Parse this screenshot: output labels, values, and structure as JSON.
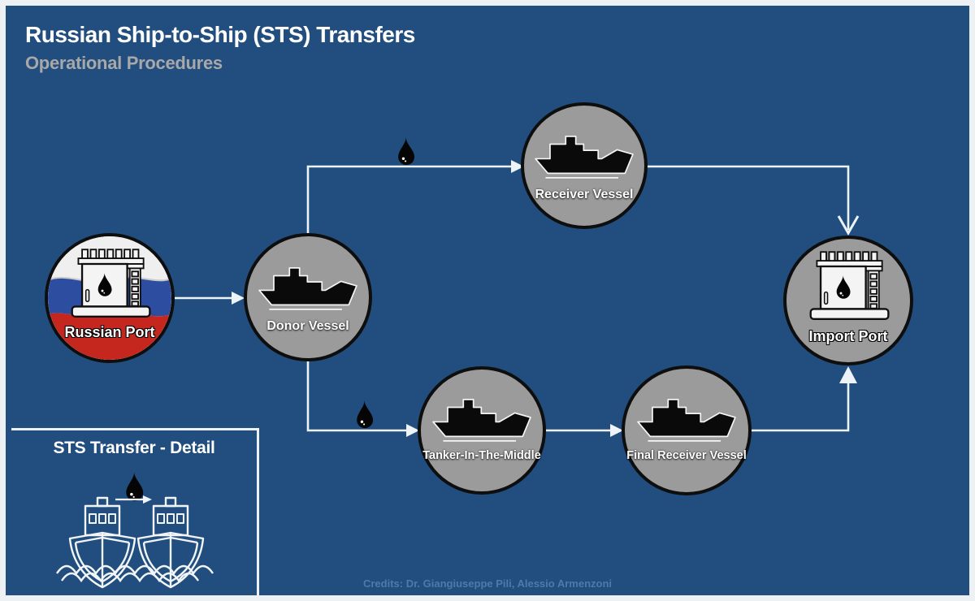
{
  "header": {
    "title": "Russian Ship-to-Ship (STS) Transfers",
    "subtitle": "Operational Procedures"
  },
  "diagram": {
    "nodes": [
      {
        "id": "russian-port",
        "label": "Russian Port",
        "kind": "port",
        "background": "russian-tricolor-flag",
        "icon": "oil-tank-icon"
      },
      {
        "id": "donor-vessel",
        "label": "Donor Vessel",
        "kind": "vessel",
        "icon": "tanker-ship-icon"
      },
      {
        "id": "receiver-vessel",
        "label": "Receiver Vessel",
        "kind": "vessel",
        "icon": "tanker-ship-icon"
      },
      {
        "id": "tanker-in-the-middle",
        "label": "Tanker-In-The-Middle",
        "kind": "vessel",
        "icon": "tanker-ship-icon"
      },
      {
        "id": "final-receiver-vessel",
        "label": "Final Receiver Vessel",
        "kind": "vessel",
        "icon": "tanker-ship-icon"
      },
      {
        "id": "import-port",
        "label": "Import Port",
        "kind": "port",
        "icon": "oil-tank-icon"
      }
    ],
    "edges": [
      {
        "from": "russian-port",
        "to": "donor-vessel",
        "cargo_icon": null
      },
      {
        "from": "donor-vessel",
        "to": "receiver-vessel",
        "cargo_icon": "oil-drop"
      },
      {
        "from": "donor-vessel",
        "to": "tanker-in-the-middle",
        "cargo_icon": "oil-drop"
      },
      {
        "from": "receiver-vessel",
        "to": "import-port",
        "cargo_icon": null
      },
      {
        "from": "tanker-in-the-middle",
        "to": "final-receiver-vessel",
        "cargo_icon": null
      },
      {
        "from": "final-receiver-vessel",
        "to": "import-port",
        "cargo_icon": null
      }
    ]
  },
  "detail_box": {
    "title": "STS Transfer - Detail",
    "icons": [
      "two-bow-ships",
      "oil-drop",
      "transfer-arrow"
    ]
  },
  "credits": "Credits: Dr. Giangiuseppe Pili, Alessio Armenzoni",
  "colors": {
    "background": "#214e7e",
    "page_border": "#eef1f4",
    "circle_fill": "#9b9b9b",
    "circle_border": "#0e0e0e",
    "connector": "#eef3f8",
    "title": "#ffffff",
    "subtitle": "#a8a8a8",
    "credits": "#4d7aa9",
    "flag_white": "#efefef",
    "flag_blue": "#2d4da0",
    "flag_red": "#c5271f",
    "ship_silhouette": "#0a0a0a"
  }
}
